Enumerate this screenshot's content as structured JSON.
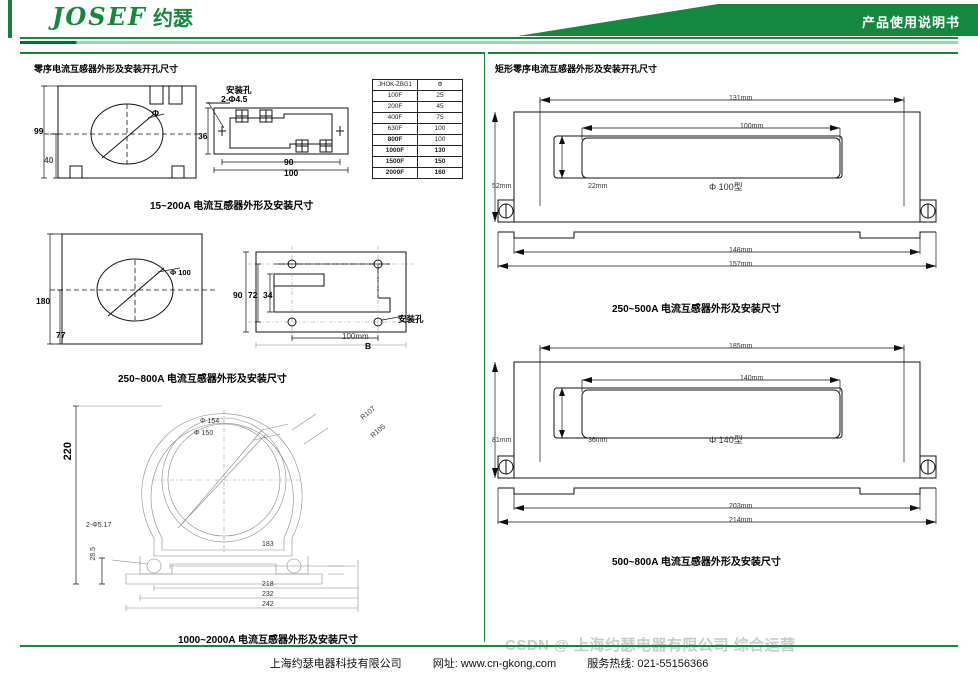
{
  "header": {
    "logo_text": "JOSEF",
    "logo_cn": "约瑟",
    "banner_title": "产品使用说明书"
  },
  "left_column": {
    "section1_title": "零序电流互感器外形及安装开孔尺寸",
    "diagram1": {
      "dim_99": "99",
      "dim_40": "40",
      "phi": "Φ",
      "hole_label": "安装孔",
      "hole_spec": "2-Φ4.5",
      "dim_36": "36",
      "dim_90": "90",
      "dim_100": "100"
    },
    "table": {
      "col1_header": "JHOK-ZBG1",
      "col2_header": "Φ",
      "rows": [
        {
          "model": "100F",
          "phi": "25"
        },
        {
          "model": "200F",
          "phi": "45"
        },
        {
          "model": "400F",
          "phi": "75"
        },
        {
          "model": "630F",
          "phi": "100"
        },
        {
          "model": "800F",
          "phi": "100"
        },
        {
          "model": "1000F",
          "phi": "130"
        },
        {
          "model": "1500F",
          "phi": "150"
        },
        {
          "model": "2000F",
          "phi": "160"
        }
      ]
    },
    "caption1": "15~200A 电流互感器外形及安装尺寸",
    "diagram2": {
      "dim_180": "180",
      "dim_77": "77",
      "phi_label": "Φ 100",
      "dim_90": "90",
      "dim_72": "72",
      "dim_34": "34",
      "dim_100mm": "100mm",
      "dim_b": "B",
      "hole_label": "安装孔"
    },
    "caption2": "250~800A 电流互感器外形及安装尺寸",
    "diagram3": {
      "dim_220": "220",
      "phi_154": "Φ 154",
      "phi_150": "Φ 150",
      "r107": "R107",
      "r105": "R105",
      "hole_spec": "2-Φ5.17",
      "dim_285": "28.5",
      "dim_183": "183",
      "dim_218": "218",
      "dim_232": "232",
      "dim_242": "242"
    },
    "caption3": "1000~2000A 电流互感器外形及安装尺寸"
  },
  "right_column": {
    "section_title": "矩形零序电流互感器外形及安装开孔尺寸",
    "diagram1": {
      "dim_131": "131mm",
      "dim_100": "100mm",
      "dim_52": "52mm",
      "dim_22": "22mm",
      "model_label": "Φ 100型",
      "dim_148": "148mm",
      "dim_157": "157mm"
    },
    "caption1": "250~500A  电流互感器外形及安装尺寸",
    "diagram2": {
      "dim_185": "185mm",
      "dim_140": "140mm",
      "dim_81": "81mm",
      "dim_36": "36mm",
      "model_label": "Φ 140型",
      "dim_203": "203mm",
      "dim_214": "214mm"
    },
    "caption2": "500~800A  电流互感器外形及安装尺寸"
  },
  "footer": {
    "company": "上海约瑟电器科技有限公司",
    "website": "网址: www.cn-gkong.com",
    "hotline": "服务热线: 021-55156366",
    "watermark": "CSDN @ 上海约瑟电器有限公司  综合运营"
  },
  "colors": {
    "brand_green": "#15883f",
    "dark_green": "#0e6b2f"
  }
}
